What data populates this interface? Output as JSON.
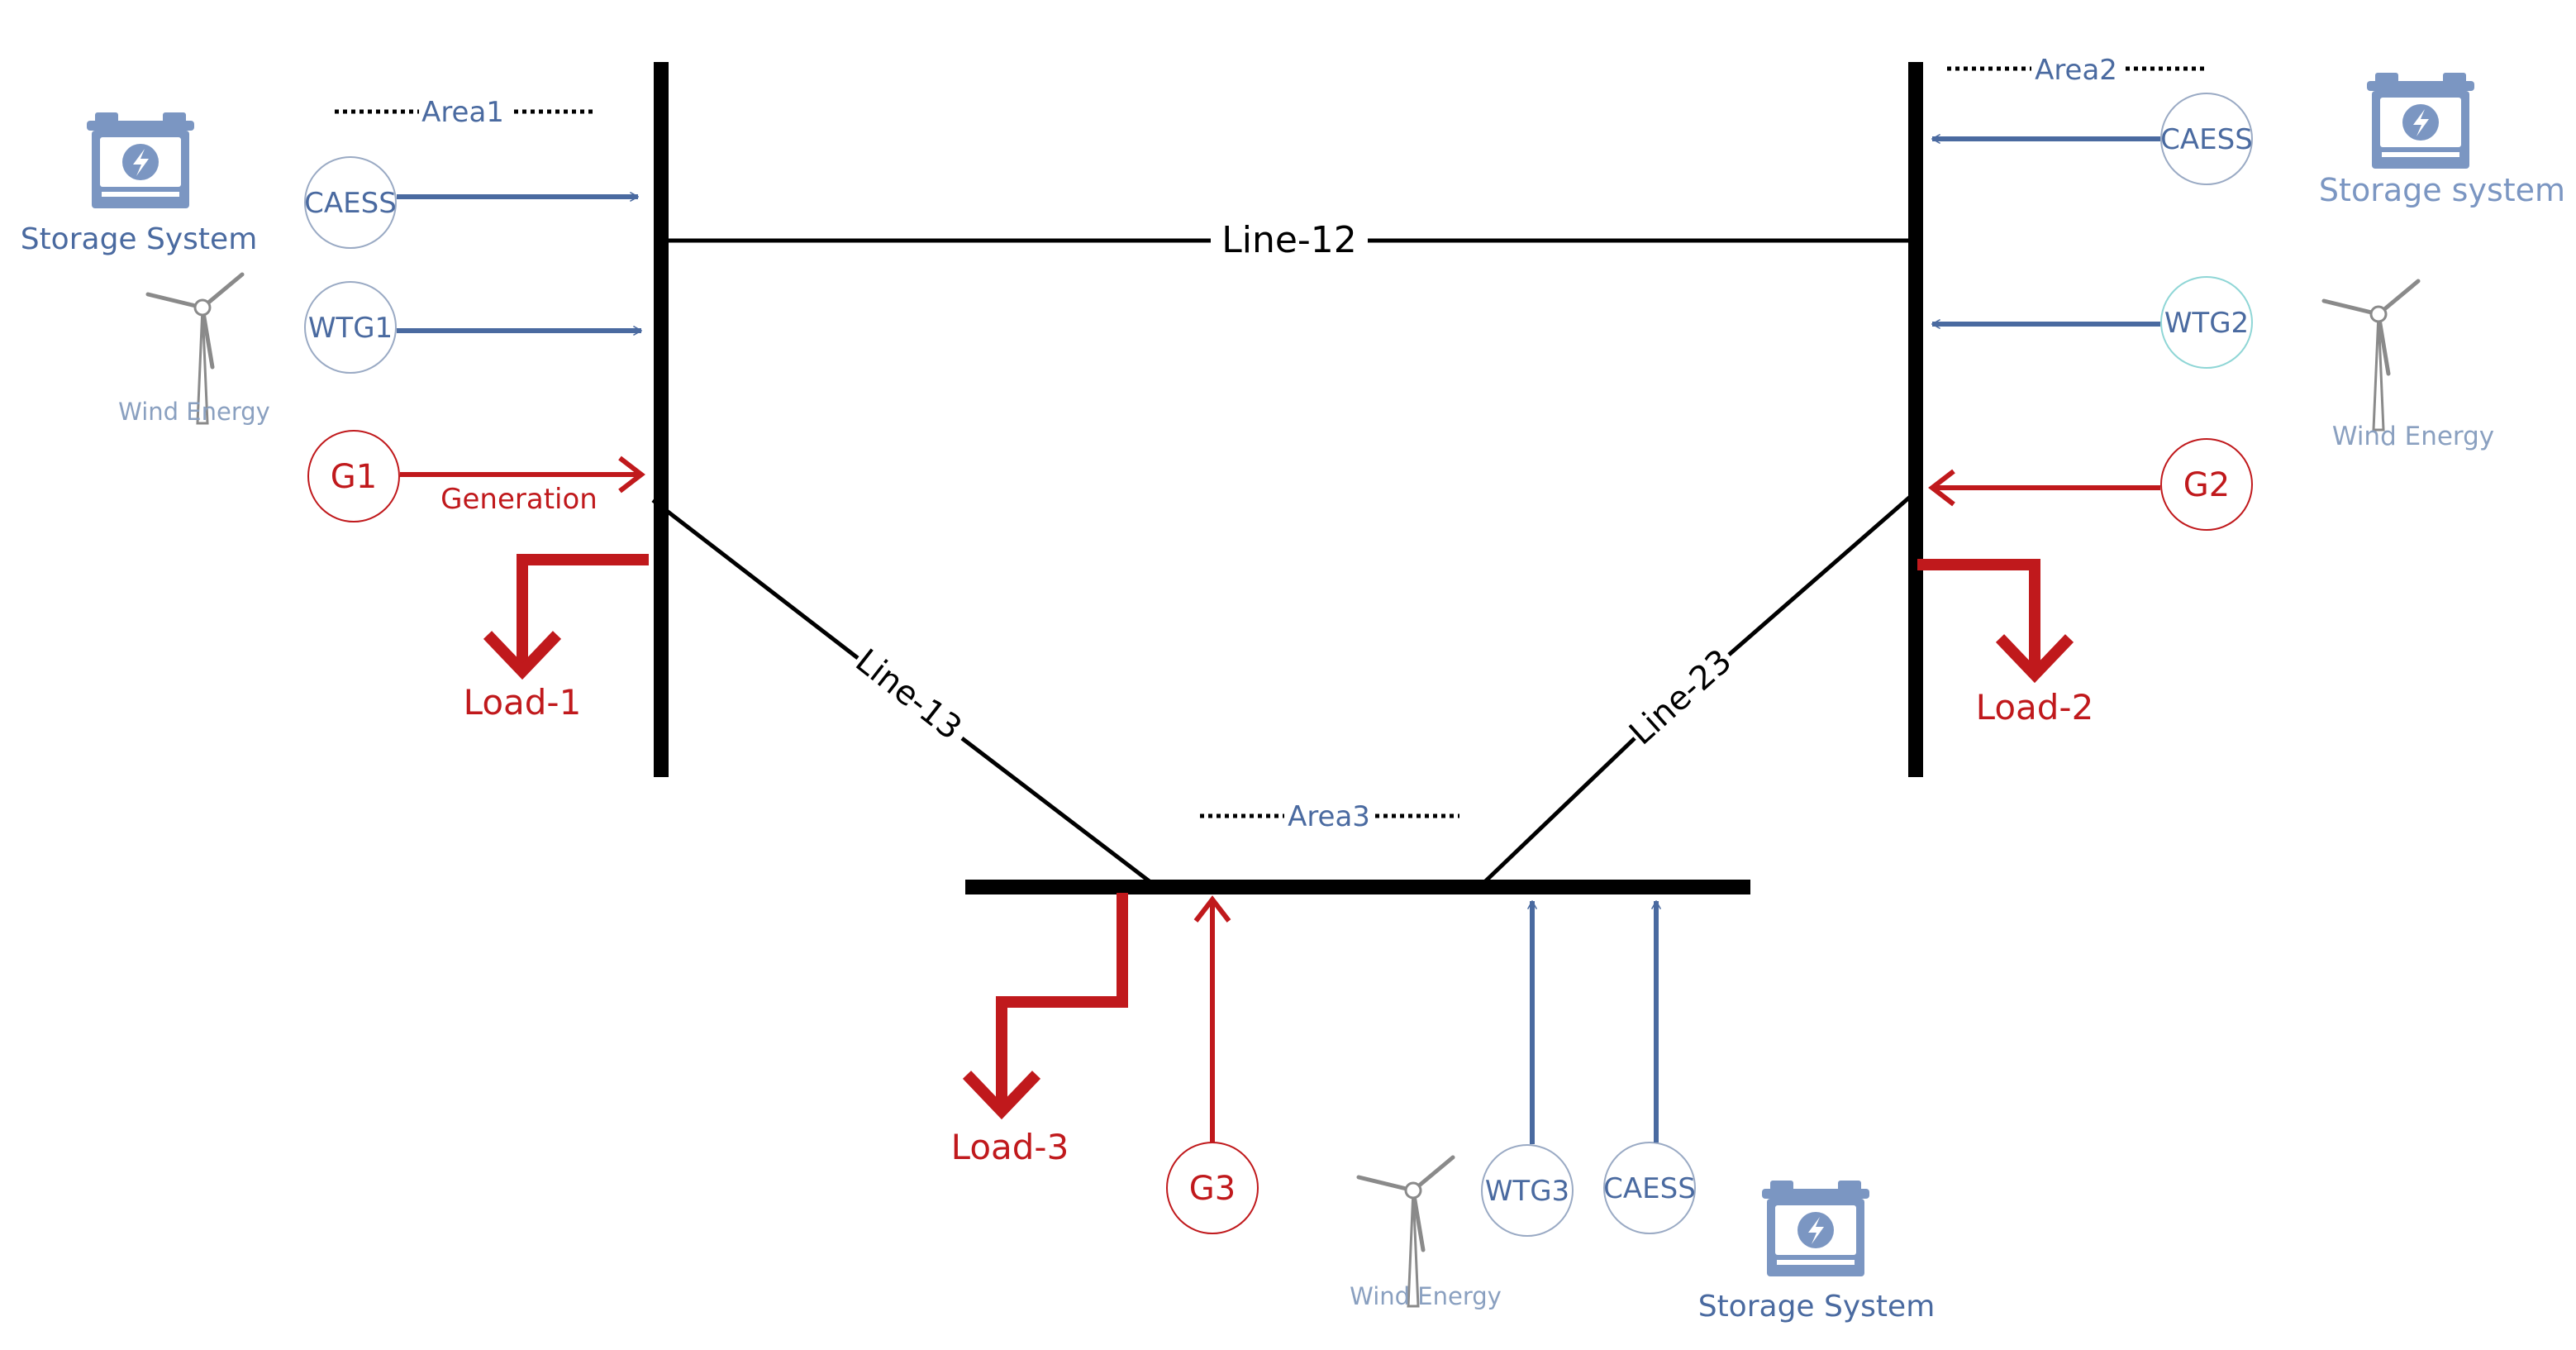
{
  "areas": {
    "area1": "Area1",
    "area2": "Area2",
    "area3": "Area3"
  },
  "lines": {
    "l12": "Line-12",
    "l13": "Line-13",
    "l23": "Line-23"
  },
  "nodes": {
    "caess1": "CAESS",
    "wtg1": "WTG1",
    "g1": "G1",
    "caess2": "CAESS",
    "wtg2": "WTG2",
    "g2": "G2",
    "g3": "G3",
    "wtg3": "WTG3",
    "caess3": "CAESS"
  },
  "labels": {
    "generation": "Generation",
    "storage1": "Storage System",
    "storage2": "Storage system",
    "storage3": "Storage System",
    "wind1": "Wind Energy",
    "wind2": "Wind Energy",
    "wind3": "Wind Energy"
  },
  "loads": {
    "load1": "Load-1",
    "load2": "Load-2",
    "load3": "Load-3"
  },
  "colors": {
    "blue": "#4a6aa0",
    "red": "#c0191c",
    "black": "#000000",
    "battery": "#7b96c2",
    "wind": "#8a8a8a"
  },
  "icons": {
    "battery": "battery-icon",
    "turbine": "wind-turbine-icon"
  }
}
